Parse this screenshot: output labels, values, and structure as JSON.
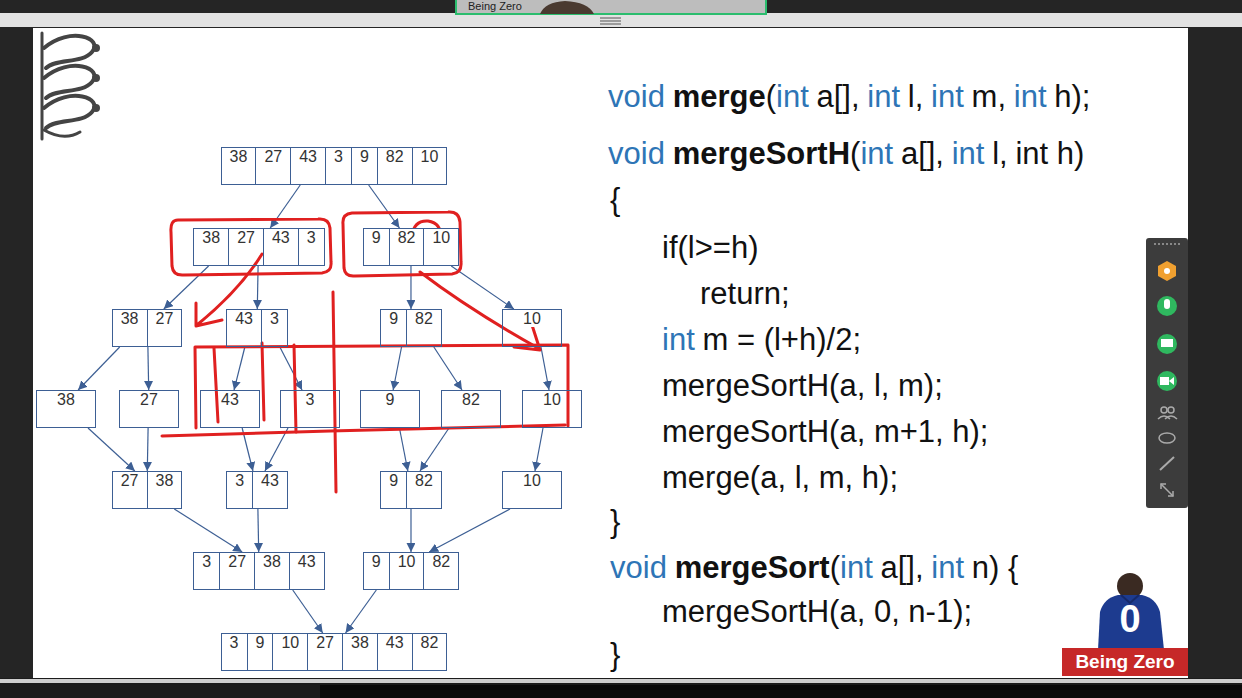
{
  "diagram": {
    "nodes": [
      {
        "text": [
          "38",
          "27",
          "43",
          "3",
          "9",
          "82",
          "10"
        ]
      },
      {
        "text": [
          "38",
          "27",
          "43",
          "3"
        ]
      },
      {
        "text": [
          "9",
          "82",
          "10"
        ]
      },
      {
        "text": [
          "38",
          "27"
        ]
      },
      {
        "text": [
          "43",
          "3"
        ]
      },
      {
        "text": [
          "9",
          "82"
        ]
      },
      {
        "text": [
          "10"
        ]
      },
      {
        "text": [
          "38"
        ]
      },
      {
        "text": [
          "27"
        ]
      },
      {
        "text": [
          "43"
        ]
      },
      {
        "text": [
          "3"
        ]
      },
      {
        "text": [
          "9"
        ]
      },
      {
        "text": [
          "82"
        ]
      },
      {
        "text": [
          "10"
        ]
      },
      {
        "text": [
          "27",
          "38"
        ]
      },
      {
        "text": [
          "3",
          "43"
        ]
      },
      {
        "text": [
          "9",
          "82"
        ]
      },
      {
        "text": [
          "10"
        ]
      },
      {
        "text": [
          "3",
          "27",
          "38",
          "43"
        ]
      },
      {
        "text": [
          "9",
          "10",
          "82"
        ]
      },
      {
        "text": [
          "3",
          "9",
          "10",
          "27",
          "38",
          "43",
          "82"
        ]
      }
    ],
    "edges": [
      {
        "from": 0,
        "to": 1,
        "arrow": "to"
      },
      {
        "from": 0,
        "to": 2,
        "arrow": "to"
      },
      {
        "from": 1,
        "to": 3,
        "arrow": "to"
      },
      {
        "from": 1,
        "to": 4,
        "arrow": "to"
      },
      {
        "from": 2,
        "to": 5,
        "arrow": "to"
      },
      {
        "from": 2,
        "to": 6,
        "arrow": "to"
      },
      {
        "from": 3,
        "to": 7,
        "arrow": "to"
      },
      {
        "from": 3,
        "to": 8,
        "arrow": "to"
      },
      {
        "from": 4,
        "to": 9,
        "arrow": "to"
      },
      {
        "from": 4,
        "to": 10,
        "arrow": "to"
      },
      {
        "from": 5,
        "to": 11,
        "arrow": "to"
      },
      {
        "from": 5,
        "to": 12,
        "arrow": "to"
      },
      {
        "from": 6,
        "to": 13,
        "arrow": "to"
      },
      {
        "from": 7,
        "to": 14,
        "arrow": "to"
      },
      {
        "from": 8,
        "to": 14,
        "arrow": "to"
      },
      {
        "from": 9,
        "to": 15,
        "arrow": "to"
      },
      {
        "from": 10,
        "to": 15,
        "arrow": "to"
      },
      {
        "from": 11,
        "to": 16,
        "arrow": "to"
      },
      {
        "from": 12,
        "to": 16,
        "arrow": "to"
      },
      {
        "from": 13,
        "to": 17,
        "arrow": "to"
      },
      {
        "from": 14,
        "to": 18,
        "arrow": "to"
      },
      {
        "from": 15,
        "to": 18,
        "arrow": "to"
      },
      {
        "from": 16,
        "to": 19,
        "arrow": "to"
      },
      {
        "from": 17,
        "to": 19,
        "arrow": "to"
      },
      {
        "from": 18,
        "to": 20,
        "arrow": "to"
      },
      {
        "from": 19,
        "to": 20,
        "arrow": "to"
      }
    ],
    "labels": [
      "Being Zero",
      "void",
      "merge",
      "(",
      "int",
      "a[],",
      "int",
      "l,",
      "int",
      "m,",
      "int",
      "h);",
      "void",
      "mergeSortH",
      "(",
      "int",
      "a[],",
      "int",
      "l,",
      "int h)",
      "{",
      "if(l>=h)",
      "return;",
      "int",
      "m = (l+h)/2;",
      "mergeSortH(a, l, m);",
      "mergeSortH(a, m+1, h);",
      "merge(a, l, m, h);",
      "}",
      "void",
      "mergeSort",
      "(",
      "int",
      "a[],",
      "int",
      "n) {",
      "mergeSortH(a, 0, n-1);",
      "}",
      "0",
      "Being Zero"
    ]
  }
}
